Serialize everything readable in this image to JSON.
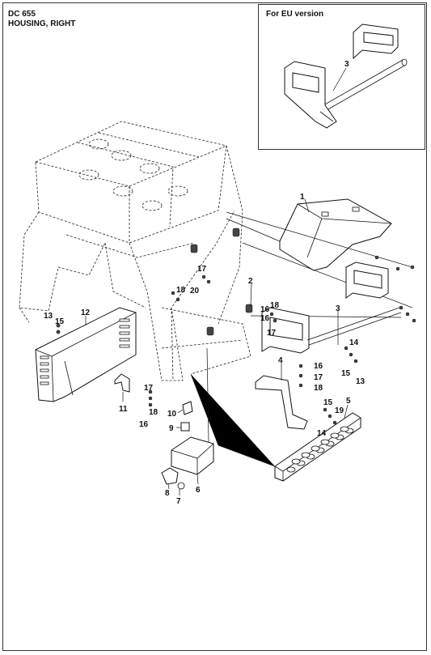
{
  "header": {
    "model": "DC 655",
    "title": "HOUSING, RIGHT"
  },
  "inset": {
    "title": "For EU version",
    "callout": "3"
  },
  "callouts": [
    "1",
    "2",
    "3",
    "4",
    "5",
    "6",
    "7",
    "8",
    "9",
    "10",
    "11",
    "12",
    "13",
    "15",
    "16",
    "18",
    "17",
    "20",
    "16",
    "18",
    "17",
    "14",
    "15",
    "13",
    "16",
    "17",
    "18",
    "15",
    "19",
    "14",
    "17",
    "18",
    "16"
  ]
}
